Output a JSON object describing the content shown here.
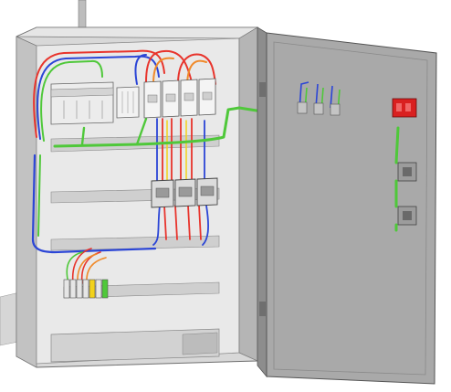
{
  "scene": {
    "subject": "electrical-control-cabinet-cad-render",
    "door_state": "open"
  },
  "colors": {
    "wire_red": "#e8342c",
    "wire_blue": "#2b45d6",
    "wire_green": "#4fc83a",
    "wire_yellow": "#f2d21b",
    "cabinet_light": "#dcdcdc",
    "cabinet_mid": "#bfbfbf",
    "cabinet_dark": "#8d8d8d",
    "door_face": "#a9a9a9",
    "indicator_red": "#d92020"
  },
  "counts": {
    "top_breakers": 4,
    "contactors": 3,
    "terminal_blocks": 7,
    "door_buttons": 2
  }
}
